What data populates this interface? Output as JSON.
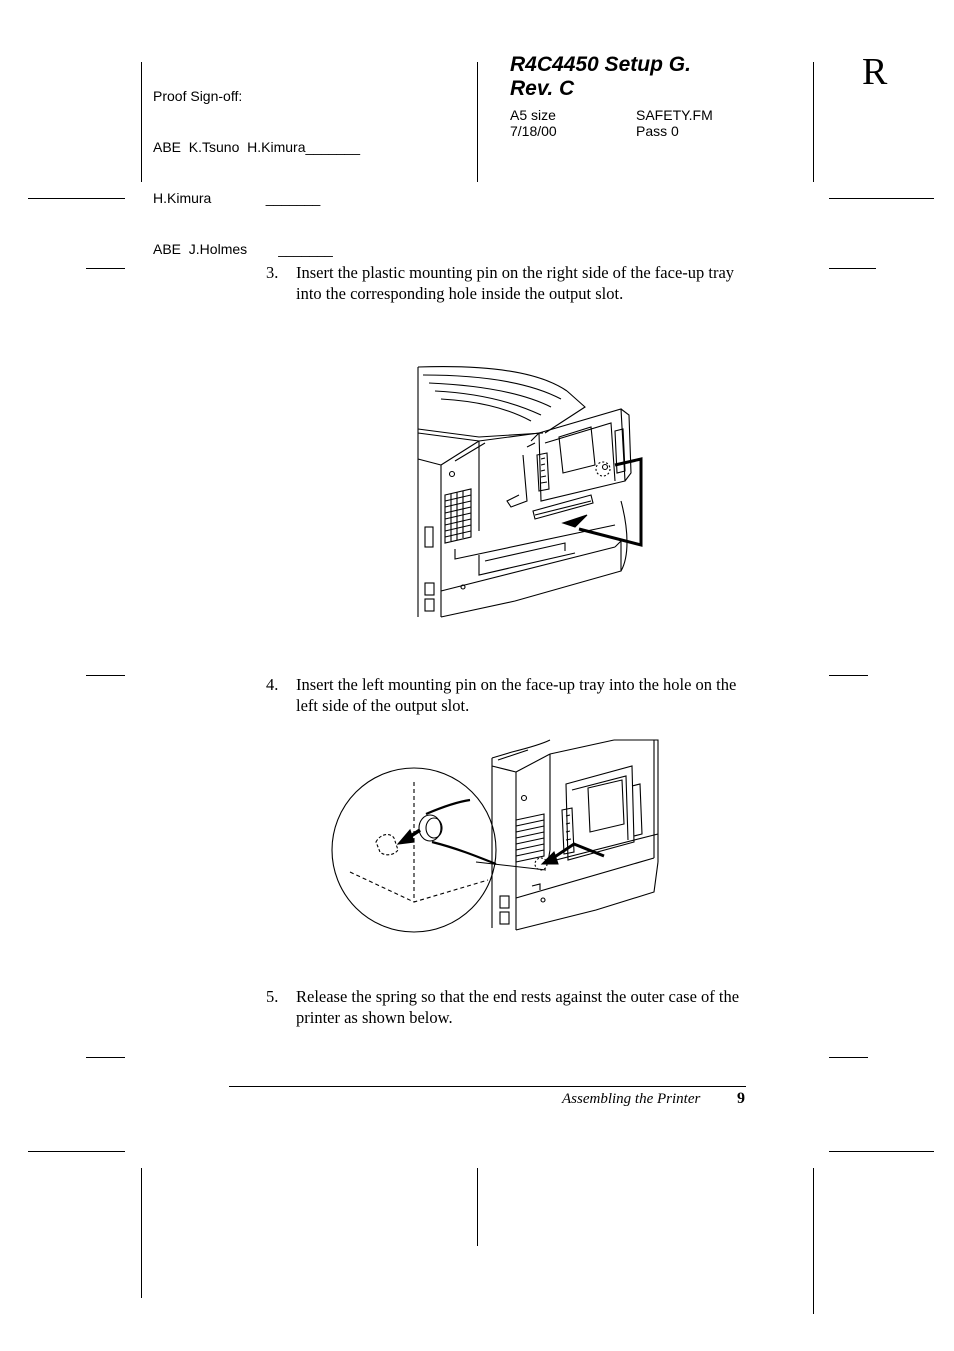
{
  "header": {
    "proof_lines": [
      "Proof Sign-off:",
      "ABE  K.Tsuno  H.Kimura_______",
      "H.Kimura              _______",
      "ABE  J.Holmes        _______"
    ],
    "title_line1": "R4C4450 Setup G.",
    "title_line2": "Rev. C",
    "size": "A5 size",
    "file": "SAFETY.FM",
    "date": "7/18/00",
    "pass": "Pass 0",
    "corner_mark": "R"
  },
  "steps": [
    {
      "number": "3.",
      "text": "Insert the plastic mounting pin on the right side of the face-up tray into the corresponding hole inside the output slot."
    },
    {
      "number": "4.",
      "text": "Insert the left mounting pin on the face-up tray into the hole on the left side of the output slot."
    },
    {
      "number": "5.",
      "text": "Release the spring so that the end rests against the outer case of the printer as shown below."
    }
  ],
  "footer": {
    "section": "Assembling the Printer",
    "page": "9"
  }
}
